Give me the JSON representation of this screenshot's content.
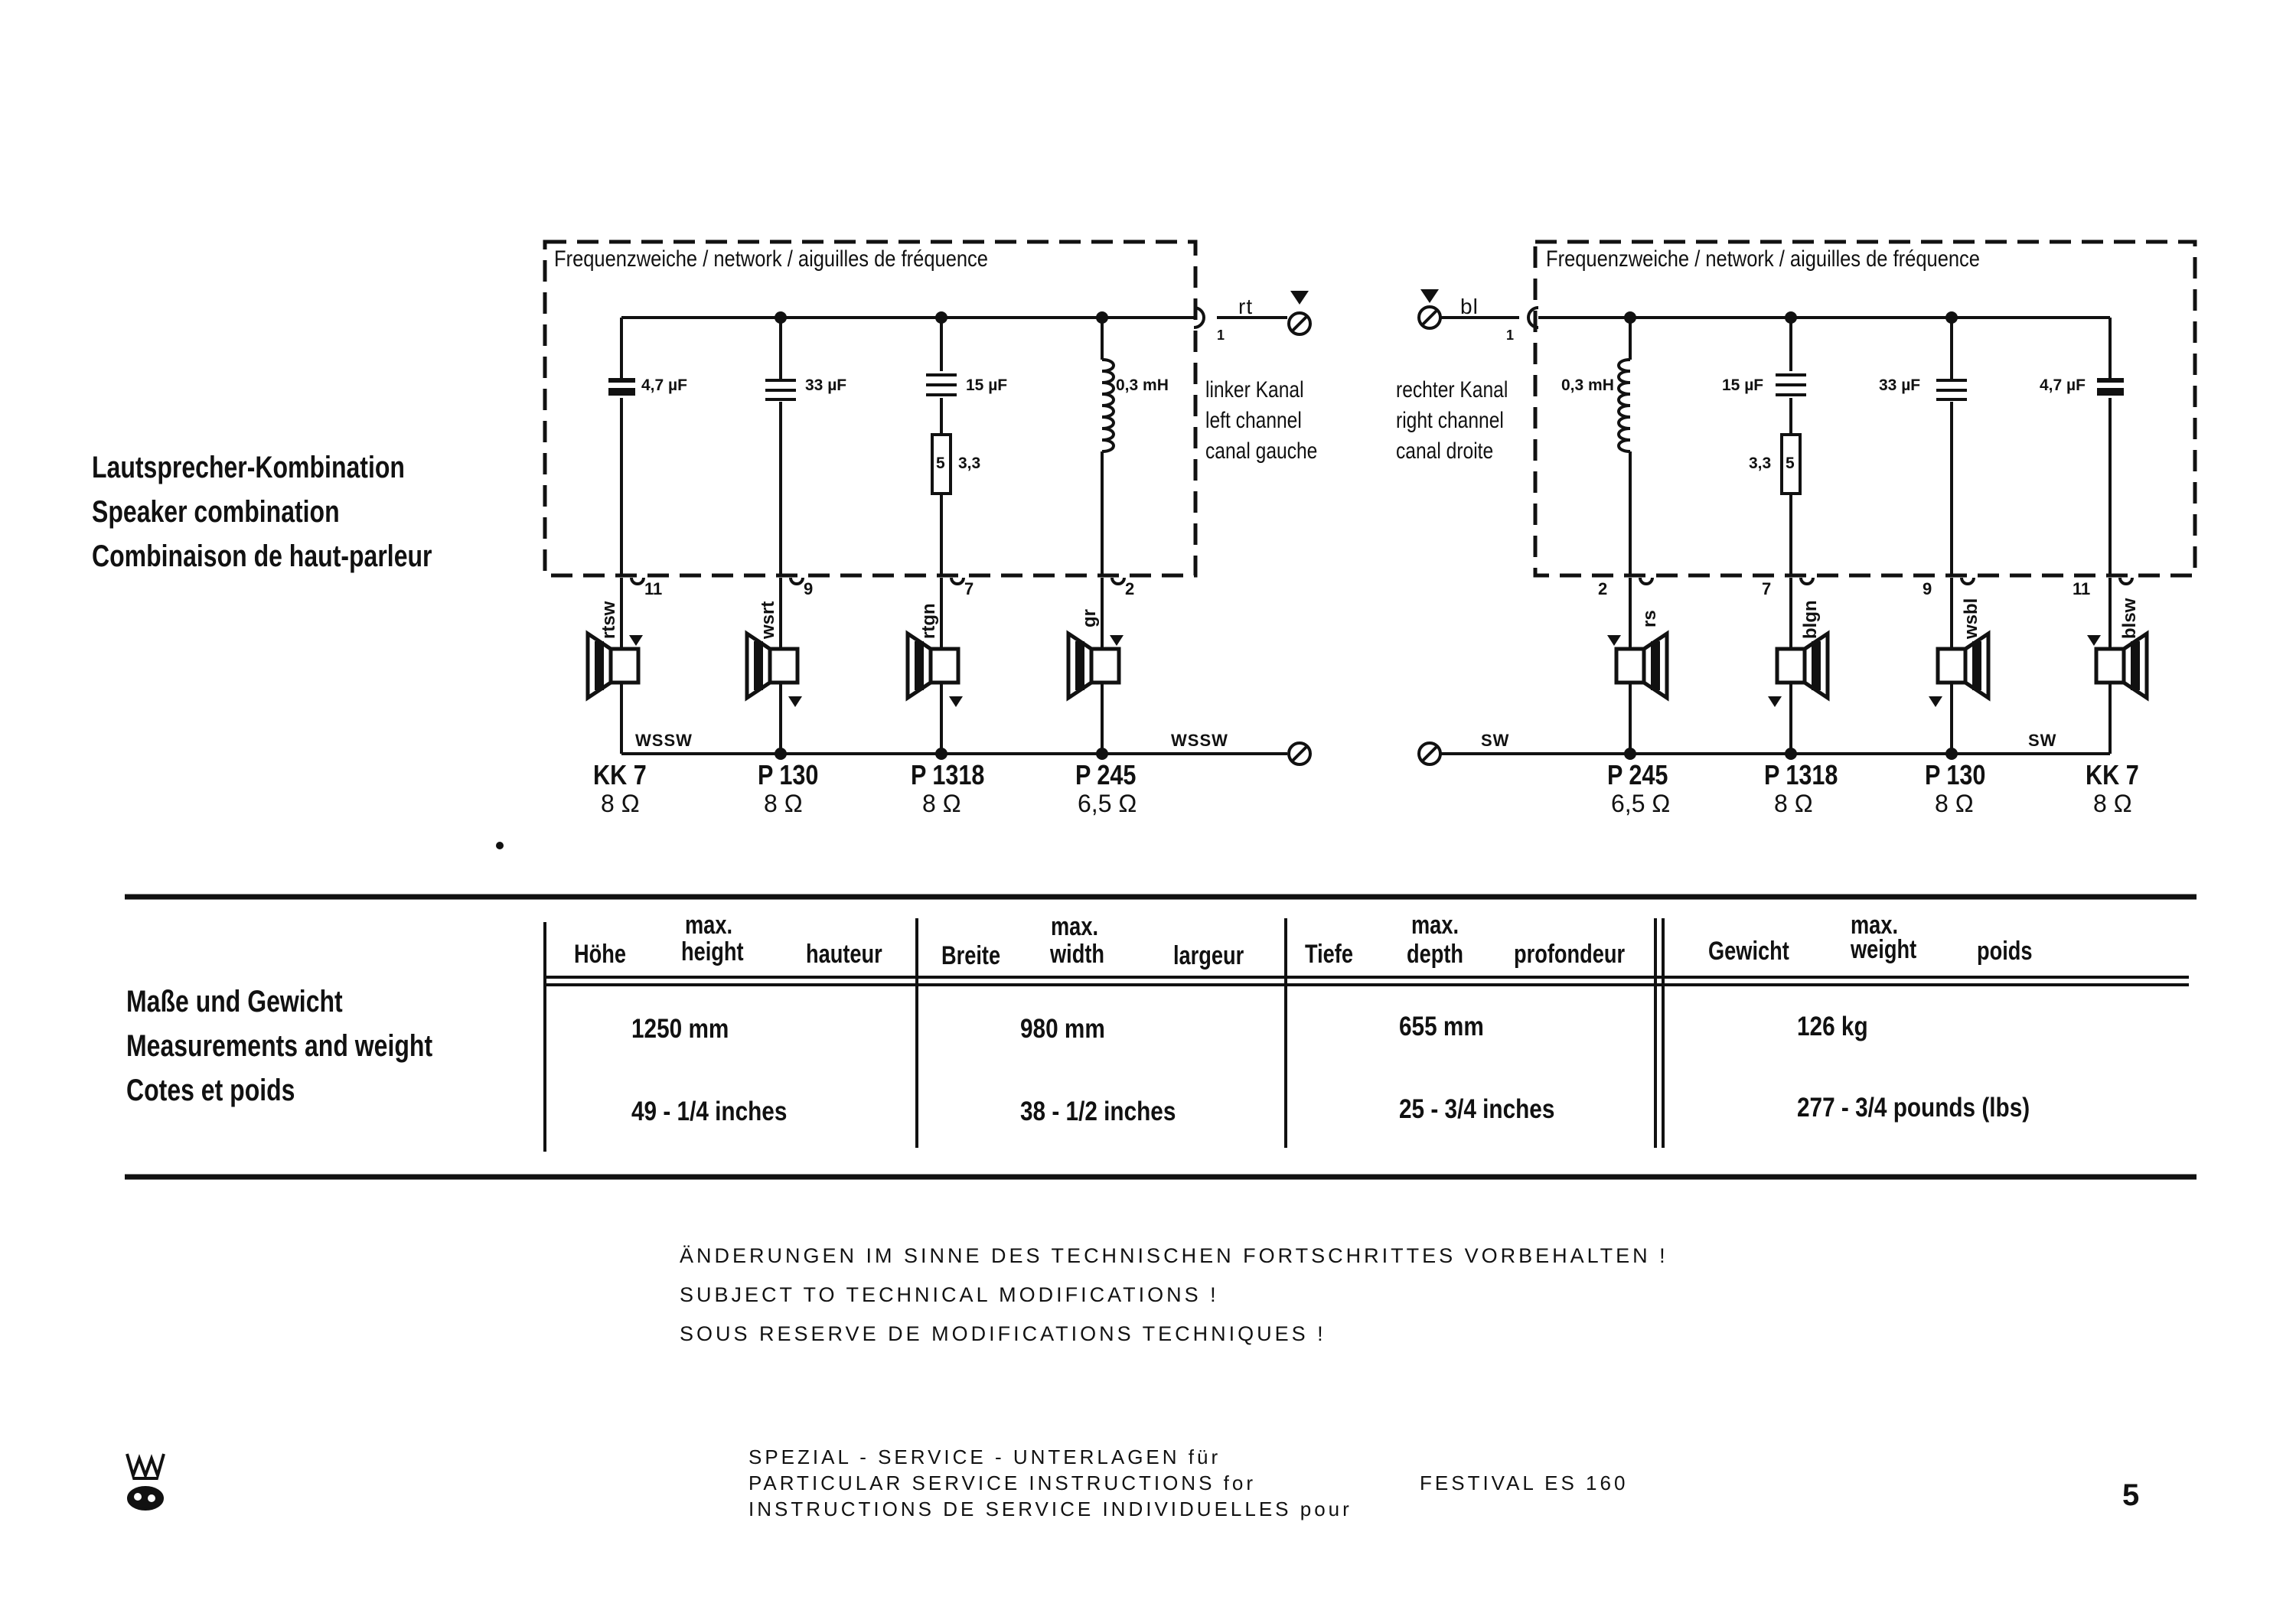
{
  "sidebar_speaker": [
    "Lautsprecher-Kombination",
    "Speaker combination",
    "Combinaison de  haut-parleur"
  ],
  "network_left": {
    "title": "Frequenzweiche  / network  / aiguilles de fréquence",
    "components": [
      "4,7 µF",
      "33 µF",
      "15 µF",
      "3,3",
      "0,3 mH"
    ],
    "resistor_marker": "5",
    "terminal_label": "rt",
    "terminal_pin": "1",
    "channel": [
      "linker Kanal",
      "left channel",
      "canal gauche"
    ],
    "pins": [
      "11",
      "9",
      "7",
      "2"
    ],
    "wire_codes": [
      "rtsw",
      "wsrt",
      "rtgn",
      "gr"
    ],
    "bottom_wires": [
      "WSSW",
      "WSSW"
    ]
  },
  "network_right": {
    "title": "Frequenzweiche  / network  / aiguilles de fréquence",
    "components": [
      "0,3 mH",
      "15 µF",
      "3,3",
      "33 µF",
      "4,7 µF"
    ],
    "resistor_marker": "5",
    "terminal_label": "bl",
    "terminal_pin": "1",
    "channel": [
      "rechter Kanal",
      "right channel",
      "canal droite"
    ],
    "pins": [
      "2",
      "7",
      "9",
      "11"
    ],
    "wire_codes": [
      "rs",
      "blgn",
      "wsbl",
      "blsw"
    ],
    "bottom_wires": [
      "SW",
      "SW"
    ]
  },
  "speakers_left": [
    {
      "model": "KK 7",
      "impedance": "8 Ω"
    },
    {
      "model": "P 130",
      "impedance": "8 Ω"
    },
    {
      "model": "P 1318",
      "impedance": "8 Ω"
    },
    {
      "model": "P 245",
      "impedance": "6,5 Ω"
    }
  ],
  "speakers_right": [
    {
      "model": "P 245",
      "impedance": "6,5 Ω"
    },
    {
      "model": "P 1318",
      "impedance": "8 Ω"
    },
    {
      "model": "P 130",
      "impedance": "8 Ω"
    },
    {
      "model": "KK 7",
      "impedance": "8 Ω"
    }
  ],
  "sidebar_measure": [
    "Maße und Gewicht",
    "Measurements and weight",
    "Cotes et poids"
  ],
  "table": {
    "columns": [
      {
        "max": "max.",
        "de": "Höhe",
        "en": "height",
        "fr": "hauteur"
      },
      {
        "max": "max.",
        "de": "Breite",
        "en": "width",
        "fr": "largeur"
      },
      {
        "max": "max.",
        "de": "Tiefe",
        "en": "depth",
        "fr": "profondeur"
      },
      {
        "max": "max.",
        "de": "Gewicht",
        "en": "weight",
        "fr": "poids"
      }
    ],
    "metric": [
      "1250 mm",
      "980 mm",
      "655 mm",
      "126 kg"
    ],
    "imperial": [
      "49 - 1/4 inches",
      "38 - 1/2 inches",
      "25 - 3/4 inches",
      "277 - 3/4 pounds (lbs)"
    ]
  },
  "notice": [
    "ÄNDERUNGEN IM SINNE DES TECHNISCHEN FORTSCHRITTES VORBEHALTEN !",
    "SUBJECT TO TECHNICAL MODIFICATIONS !",
    "SOUS RESERVE DE MODIFICATIONS TECHNIQUES !"
  ],
  "footer": {
    "lines": [
      "SPEZIAL - SERVICE - UNTERLAGEN für",
      "PARTICULAR SERVICE INSTRUCTIONS for",
      "INSTRUCTIONS DE SERVICE INDIVIDUELLES pour"
    ],
    "model": "FESTIVAL   ES 160",
    "page_number": "5"
  }
}
